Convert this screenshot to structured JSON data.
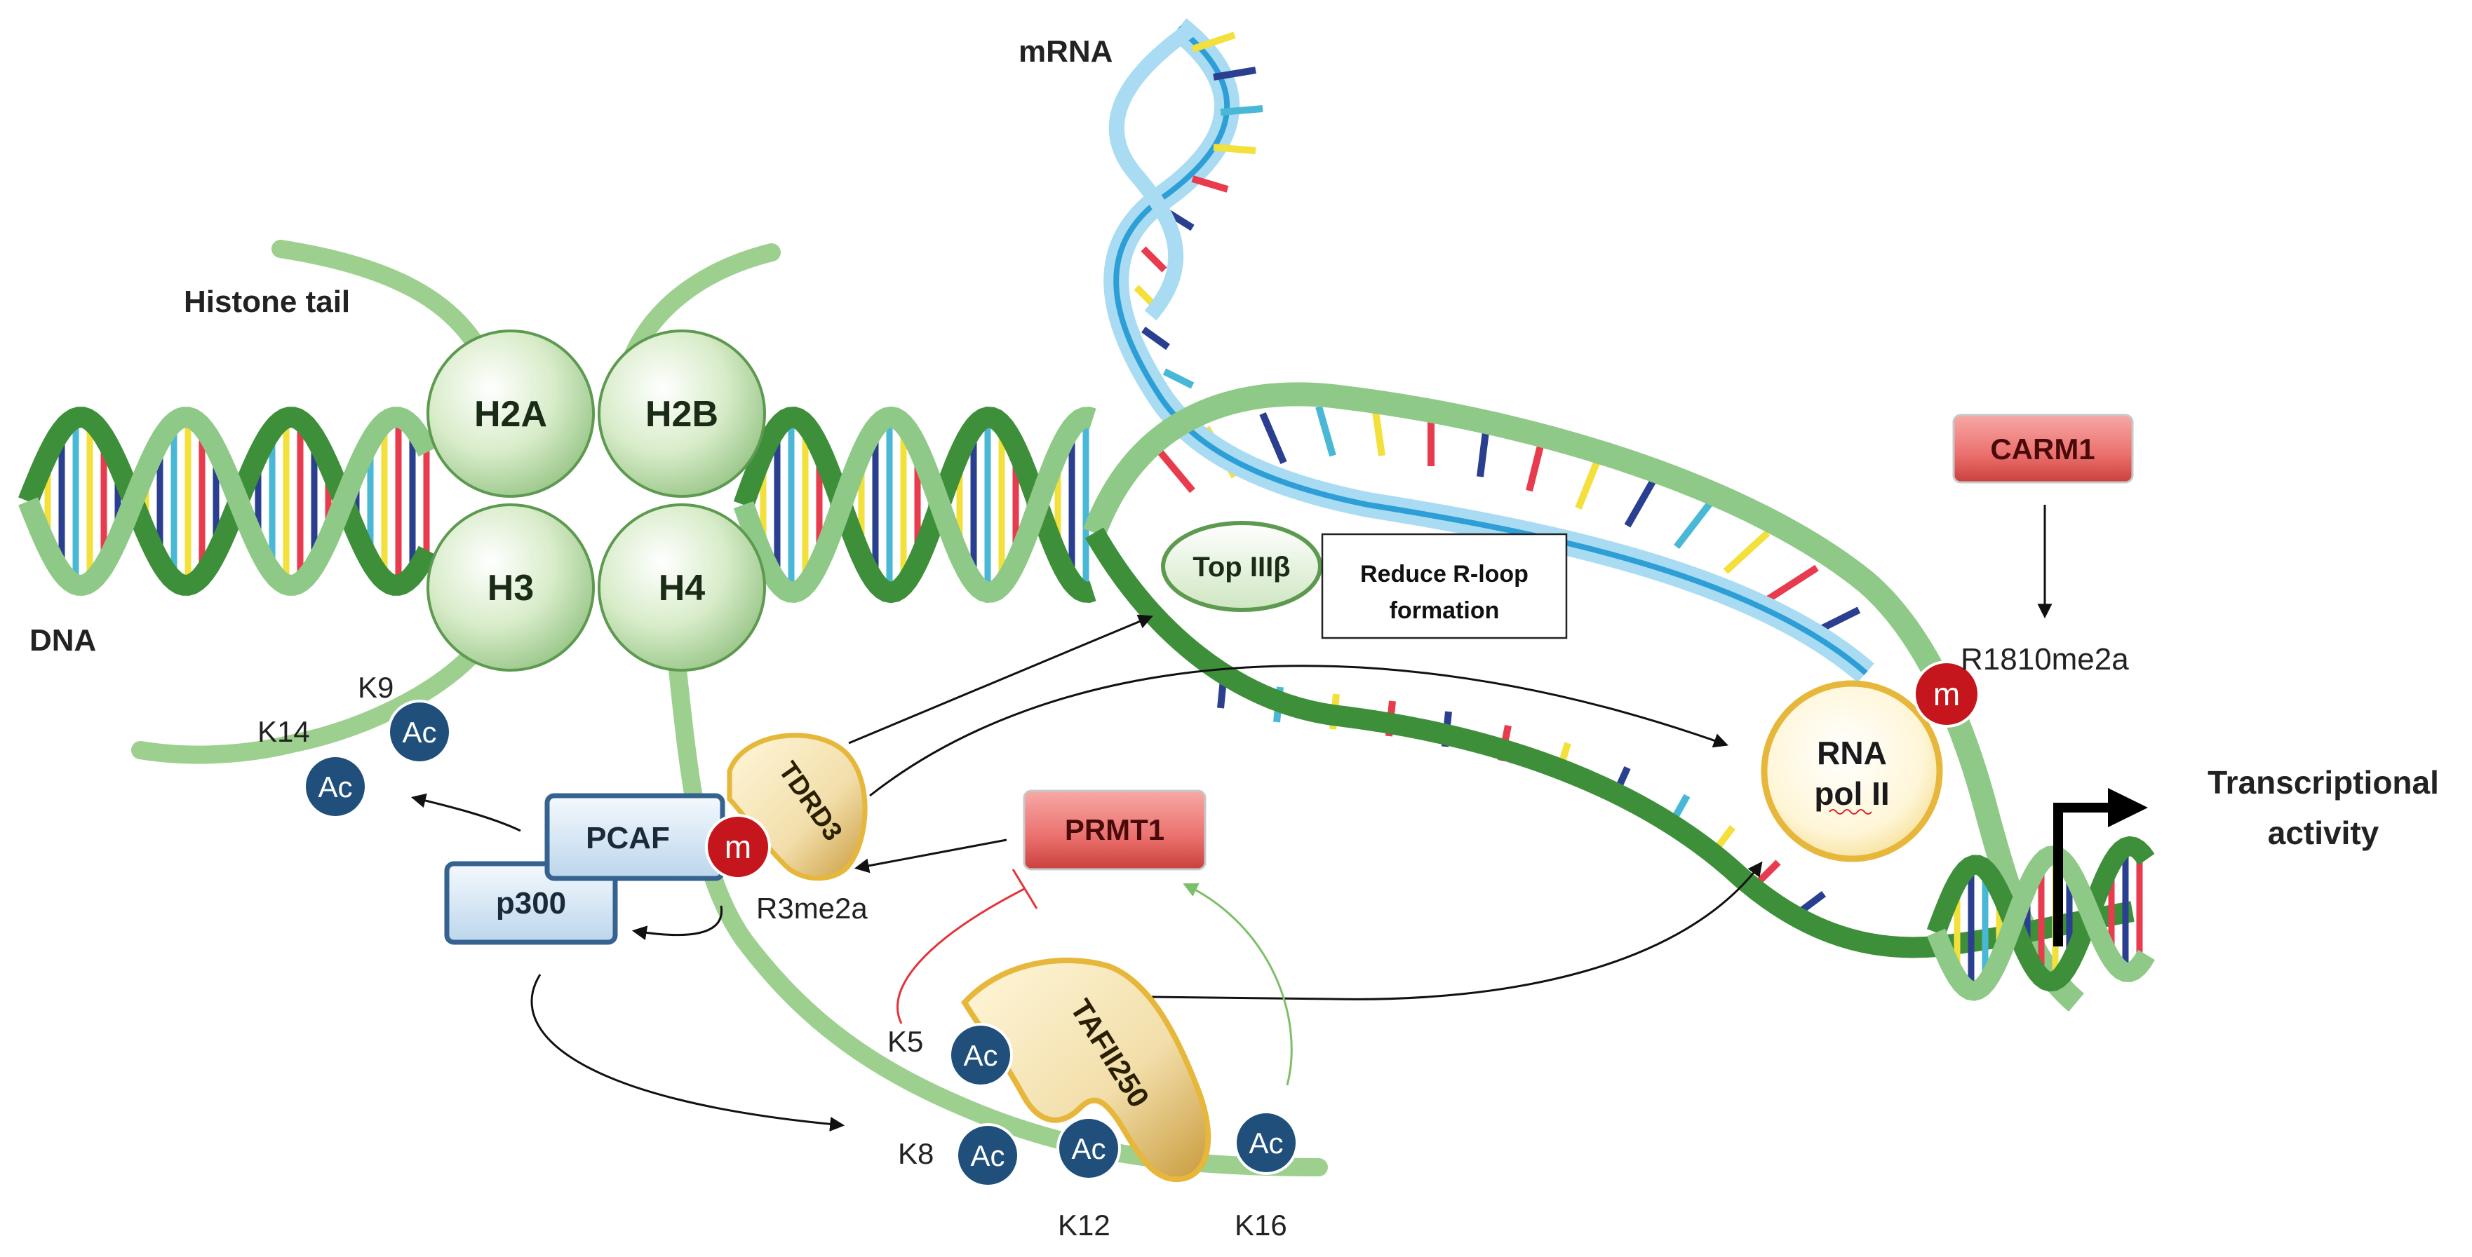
{
  "labels": {
    "mrna": "mRNA",
    "histone_tail": "Histone tail",
    "dna": "DNA",
    "transcriptional_activity_line1": "Transcriptional",
    "transcriptional_activity_line2": "activity",
    "r1810me2a": "R1810me2a",
    "r3me2a": "R3me2a"
  },
  "histones": {
    "h2a": "H2A",
    "h2b": "H2B",
    "h3": "H3",
    "h4": "H4"
  },
  "proteins": {
    "carm1": "CARM1",
    "prmt1": "PRMT1",
    "pcaf": "PCAF",
    "p300": "p300",
    "tdrd3": "TDRD3",
    "tafii250": "TAFII250",
    "top3b": "Top IIIβ",
    "rna_pol_line1": "RNA",
    "rna_pol_line2": "pol II"
  },
  "note": {
    "line1": "Reduce R-loop",
    "line2": "formation"
  },
  "marks": {
    "ac": "Ac",
    "m": "m"
  },
  "lysines": {
    "k9": "K9",
    "k14": "K14",
    "k5": "K5",
    "k8": "K8",
    "k12": "K12",
    "k16": "K16"
  },
  "colors": {
    "dna_backbone": "#3e8f3a",
    "dna_backbone_light": "#8fc987",
    "mrna_backbone": "#2e9fd6",
    "mrna_backbone_light": "#a9dcf3",
    "ac_circle": "#1f4f7a",
    "methyl_circle": "#c4161c",
    "enzyme_red": "#e8706e",
    "box_blue": "#dcebf7",
    "box_blue_border": "#35628f",
    "gold": "#e6b73a",
    "tail_green": "#9dd08e"
  }
}
